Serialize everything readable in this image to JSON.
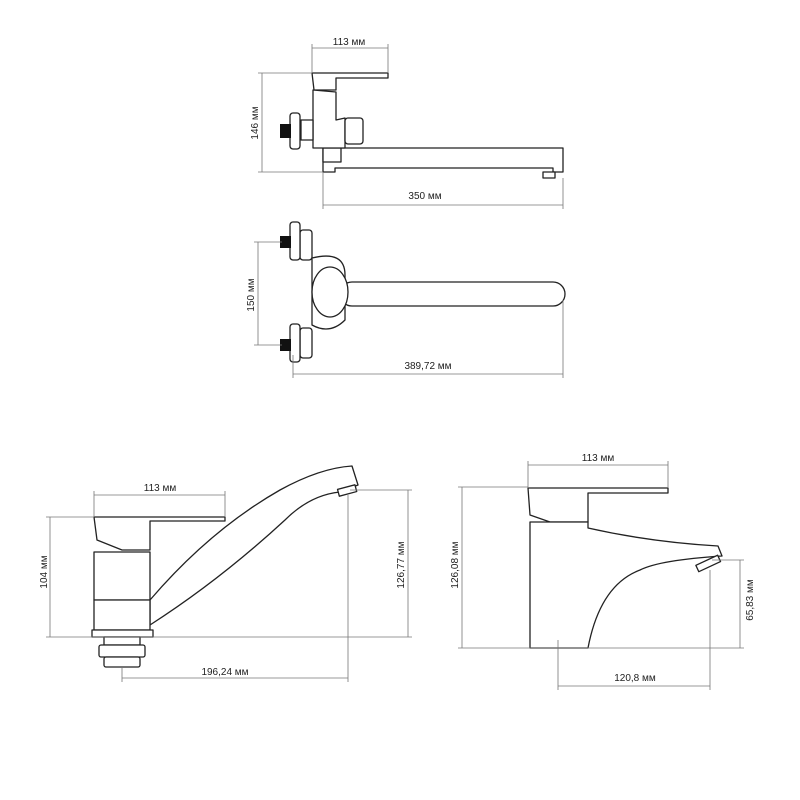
{
  "views": {
    "wall_side": {
      "width_label": "113 мм",
      "height_label": "146 мм",
      "spout_label": "350 мм"
    },
    "wall_top": {
      "spacing_label": "150 мм",
      "length_label": "389,72 мм"
    },
    "sink": {
      "width_label": "113 мм",
      "height_label": "104 мм",
      "spout_height_label": "126,77 мм",
      "reach_label": "196,24 мм"
    },
    "basin": {
      "width_label": "113 мм",
      "height_label": "126,08 мм",
      "spout_height_label": "65,83 мм",
      "reach_label": "120,8 мм"
    }
  }
}
